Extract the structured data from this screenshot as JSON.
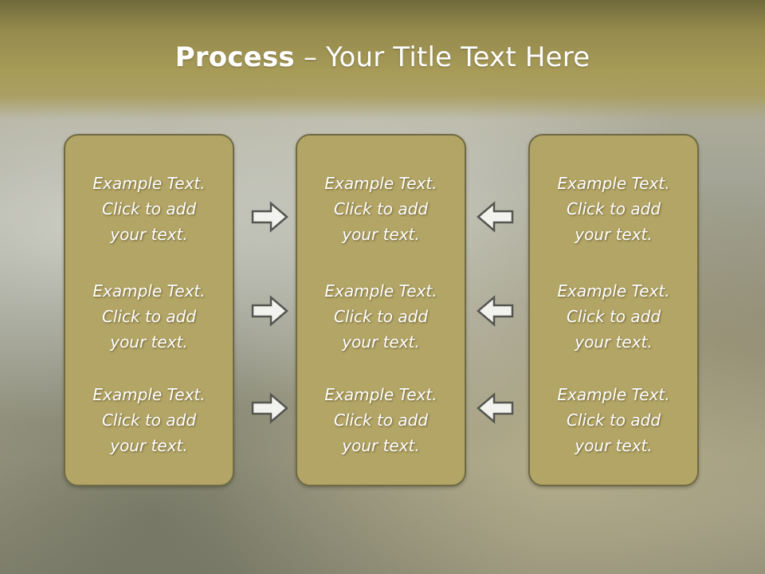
{
  "slide": {
    "title_bold": "Process",
    "title_rest": " – Your Title Text Here"
  },
  "columns": [
    {
      "items": [
        "Example Text.\nClick  to add\nyour text.",
        "Example Text.\nClick  to add\nyour text.",
        "Example Text.\nClick  to add\nyour text."
      ]
    },
    {
      "items": [
        "Example Text.\nClick  to add\nyour text.",
        "Example Text.\nClick  to add\nyour text.",
        "Example Text.\nClick  to add\nyour text."
      ]
    },
    {
      "items": [
        "Example Text.\nClick  to add\nyour text.",
        "Example Text.\nClick  to add\nyour text.",
        "Example Text.\nClick  to add\nyour text."
      ]
    }
  ],
  "arrows": {
    "left_column": [
      "arrow-right-icon",
      "arrow-right-icon",
      "arrow-right-icon"
    ],
    "right_column": [
      "arrow-left-icon",
      "arrow-left-icon",
      "arrow-left-icon"
    ]
  },
  "colors": {
    "box_fill": "#b3a565",
    "box_border": "#6f6a44",
    "header": "#a89b58",
    "text": "#ffffff"
  }
}
